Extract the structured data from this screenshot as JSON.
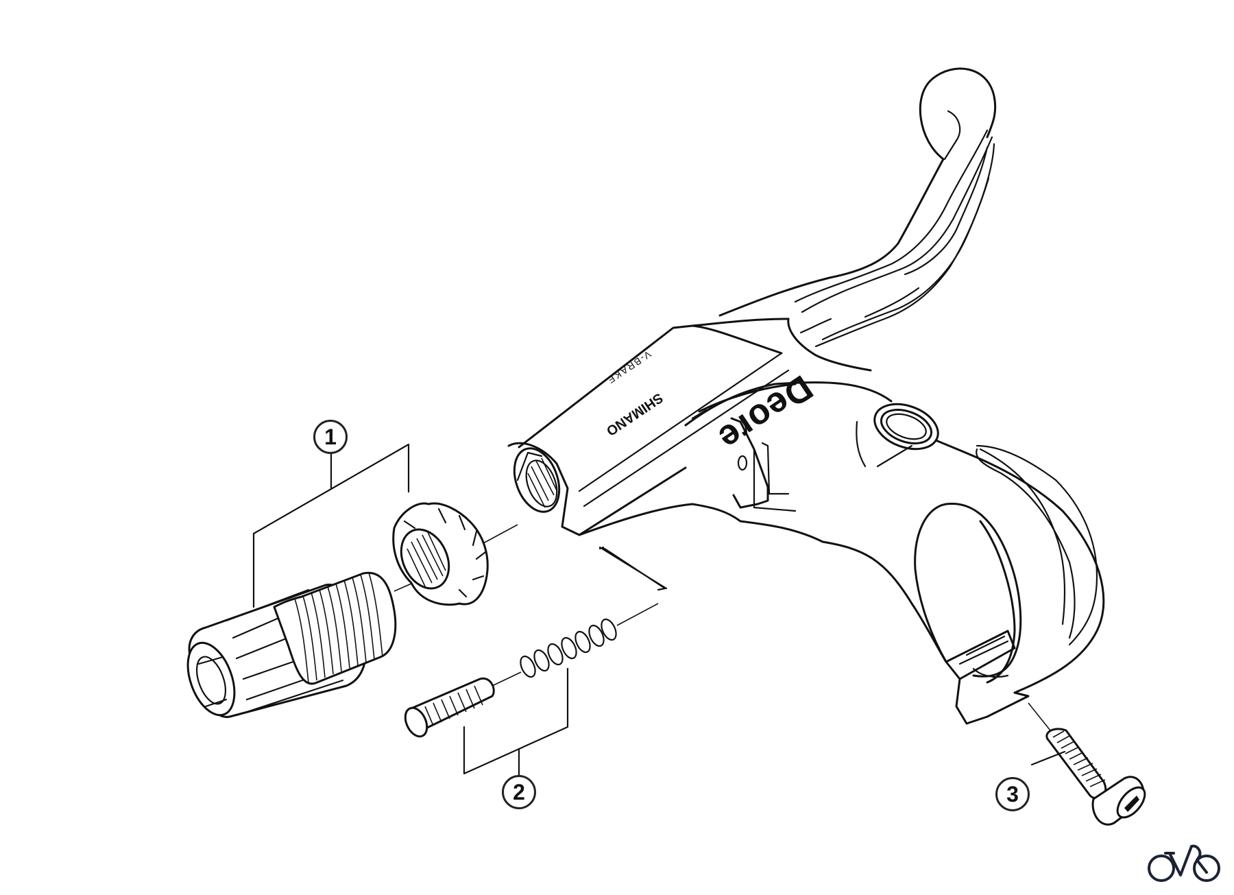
{
  "diagram": {
    "type": "exploded-parts-diagram",
    "subject": "brake lever assembly",
    "background": "#ffffff",
    "line_color": "#111111",
    "lever_branding": {
      "model": "Deore",
      "maker": "SHIMANO",
      "series": "V-BRAKE"
    },
    "parts": [
      {
        "callout": "1",
        "description": "cable adjusting barrel with lock nut"
      },
      {
        "callout": "2",
        "description": "reach adjust screw with spring"
      },
      {
        "callout": "3",
        "description": "clamp bolt"
      }
    ]
  },
  "callouts": {
    "c1": "1",
    "c2": "2",
    "c3": "3"
  },
  "logo": {
    "icon": "bicycle-icon",
    "color": "#1a2333"
  }
}
